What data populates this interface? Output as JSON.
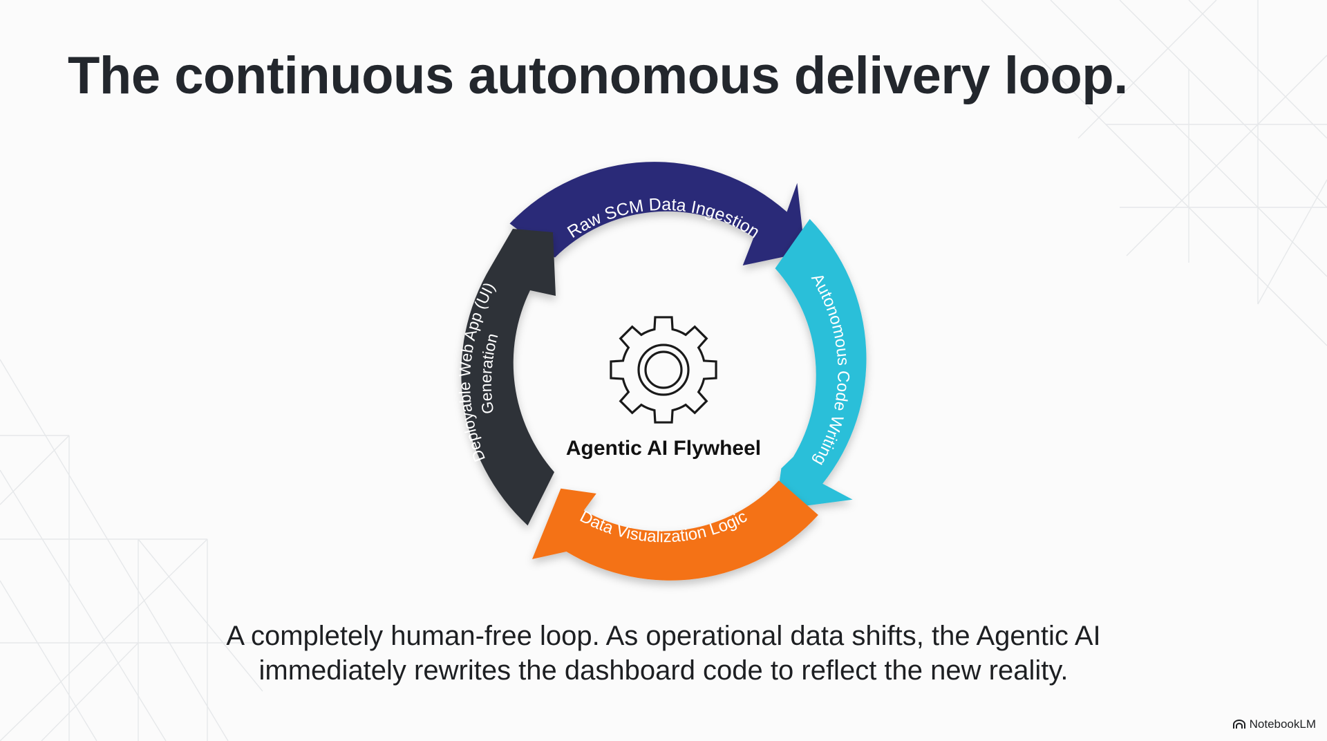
{
  "title": "The continuous autonomous delivery loop.",
  "diagram": {
    "center_label": "Agentic AI Flywheel",
    "center_icon": "gear-icon",
    "stages": [
      {
        "label": "Raw SCM Data Ingestion",
        "color": "#2b2a78"
      },
      {
        "label": "Autonomous Code Writing",
        "color": "#2cbfd9"
      },
      {
        "label": "Data Visualization Logic",
        "color": "#f47216"
      },
      {
        "label_line1": "Deployable Web App (UI)",
        "label_line2": "Generation",
        "color": "#2e3137"
      }
    ]
  },
  "caption": {
    "line1": "A completely human-free loop. As operational data shifts, the Agentic AI",
    "line2": "immediately rewrites the dashboard code to reflect the new reality."
  },
  "brand": {
    "label": "NotebookLM",
    "icon": "notebooklm-logo-icon"
  }
}
